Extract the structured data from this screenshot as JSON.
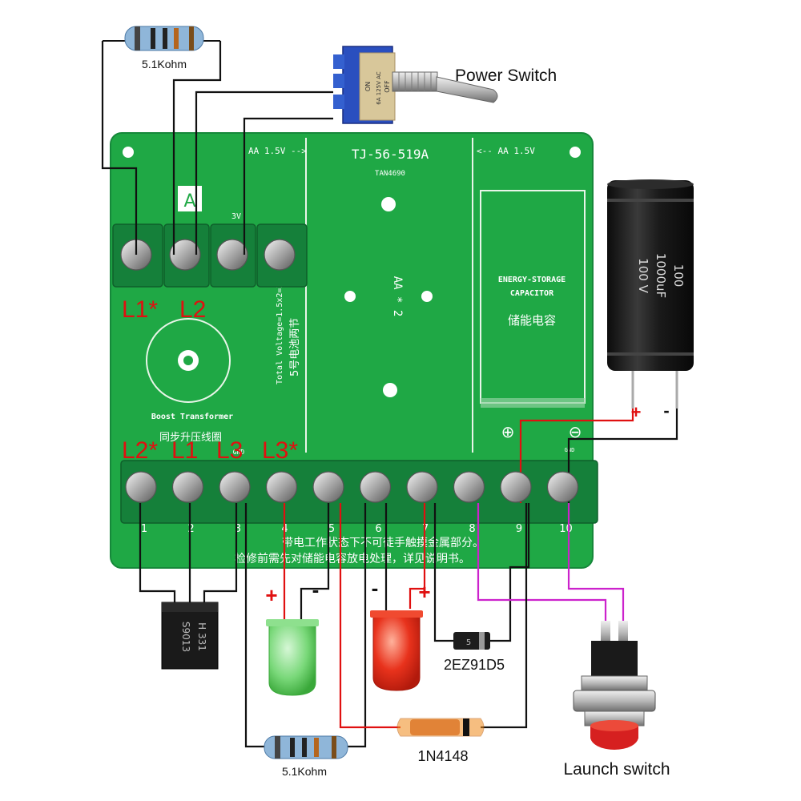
{
  "board": {
    "model": "TJ-56-519A",
    "sub_code": "TAN4690",
    "aa_left": "AA 1.5V -->",
    "aa_right": "<-- AA 1.5V",
    "battery_label": "AA * 2",
    "voltage_note": "Total Voltage=1.5x2=3V",
    "voltage_note_cn": "5号电池两节",
    "label_3v": "3V",
    "label_a": "A",
    "gnd_label": "GND",
    "gnd_label_right": "GND",
    "cap_label_1": "ENERGY-STORAGE",
    "cap_label_2": "CAPACITOR",
    "cap_label_cn": "储能电容",
    "boost_label": "Boost Transformer",
    "boost_label_cn": "同步升压线圈",
    "warning_1": "带电工作状态下不可徒手触摸金属部分。",
    "warning_2": "检修前需先对储能电容放电处理，详见说明书。",
    "plus_symbol": "⊕",
    "minus_symbol": "⊖",
    "terminal_numbers": [
      "1",
      "2",
      "3",
      "4",
      "5",
      "6",
      "7",
      "8",
      "9",
      "10"
    ]
  },
  "coil_labels": {
    "top": [
      "L1*",
      "L2"
    ],
    "bottom": [
      "L2*",
      "L1",
      "L3",
      "L3*"
    ]
  },
  "components": {
    "resistor_top": "5.1Kohm",
    "resistor_bottom": "5.1Kohm",
    "power_switch": "Power Switch",
    "switch_marking": [
      "ON",
      "6A 125V AC",
      "OFF"
    ],
    "capacitor_marking": [
      "100 V",
      "1000uF",
      "100"
    ],
    "capacitor_plus": "+",
    "capacitor_minus": "-",
    "transistor_marking": [
      "S9013",
      "H 331"
    ],
    "green_led_plus": "+",
    "green_led_minus": "-",
    "red_led_minus": "-",
    "red_led_plus": "+",
    "zener": "2EZ91D5",
    "zener_marking": "5",
    "diode": "1N4148",
    "launch_switch": "Launch switch"
  },
  "colors": {
    "pcb": "#1fa845",
    "pcb_light": "#41c067",
    "terminal": "#15803a",
    "wire_black": "#111111",
    "wire_red": "#e01010",
    "wire_purple": "#cc22cc",
    "label_red": "#e01010",
    "capacitor": "#1a1a1a",
    "switch_blue": "#2a4fbf",
    "led_green": "#79d879",
    "led_red": "#e8321c",
    "button_red": "#d62020"
  }
}
